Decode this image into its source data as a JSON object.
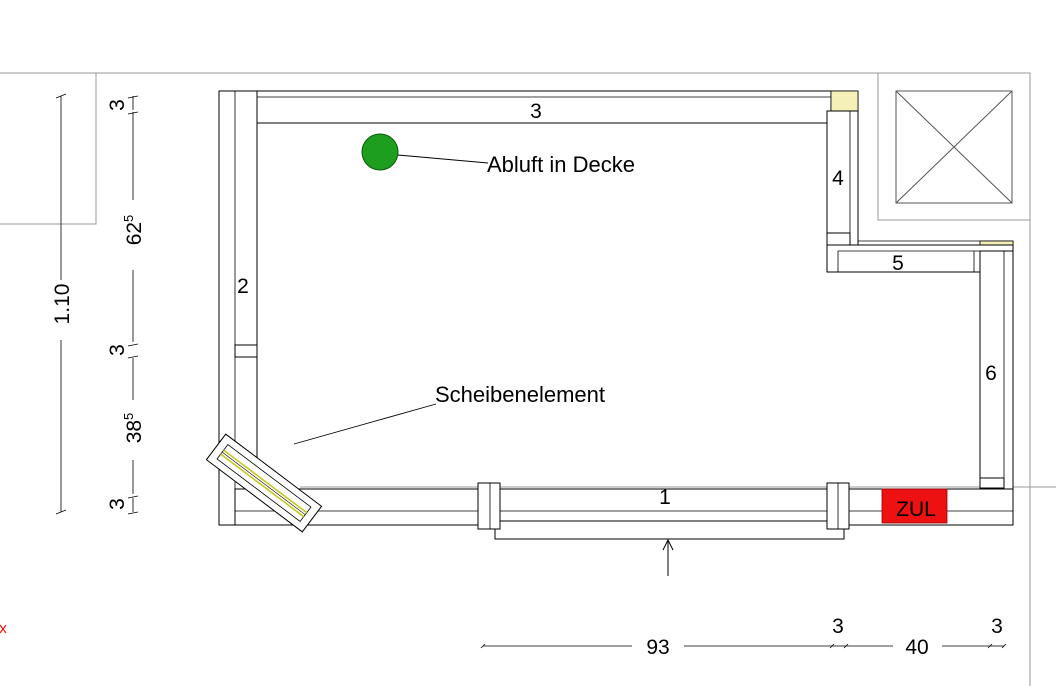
{
  "labels": {
    "panel_top": "3",
    "panel_left": "2",
    "panel_right_upper": "4",
    "panel_step": "5",
    "panel_right": "6",
    "panel_bottom": "1",
    "exhaust_note": "Abluft in Decke",
    "pane_note": "Scheibenelement",
    "inlet": "ZUL"
  },
  "dimensions": {
    "vertical": {
      "overall": "1.10",
      "seg_top": "3",
      "seg_upper_main": "62",
      "seg_upper_main_sup": "5",
      "seg_mid": "3",
      "seg_lower_main": "38",
      "seg_lower_main_sup": "5",
      "seg_bottom": "3"
    },
    "horizontal": {
      "seg_main": "93",
      "seg_gap1": "3",
      "seg_right": "40",
      "seg_gap2": "3"
    }
  },
  "colors": {
    "exhaust": "#1e9e1e",
    "inlet": "#ee1111",
    "wall_grey": "#9a9a9a",
    "pane_accent": "#d8d830",
    "corner_fill": "#f4f0b8",
    "marker": "#ee1111"
  }
}
